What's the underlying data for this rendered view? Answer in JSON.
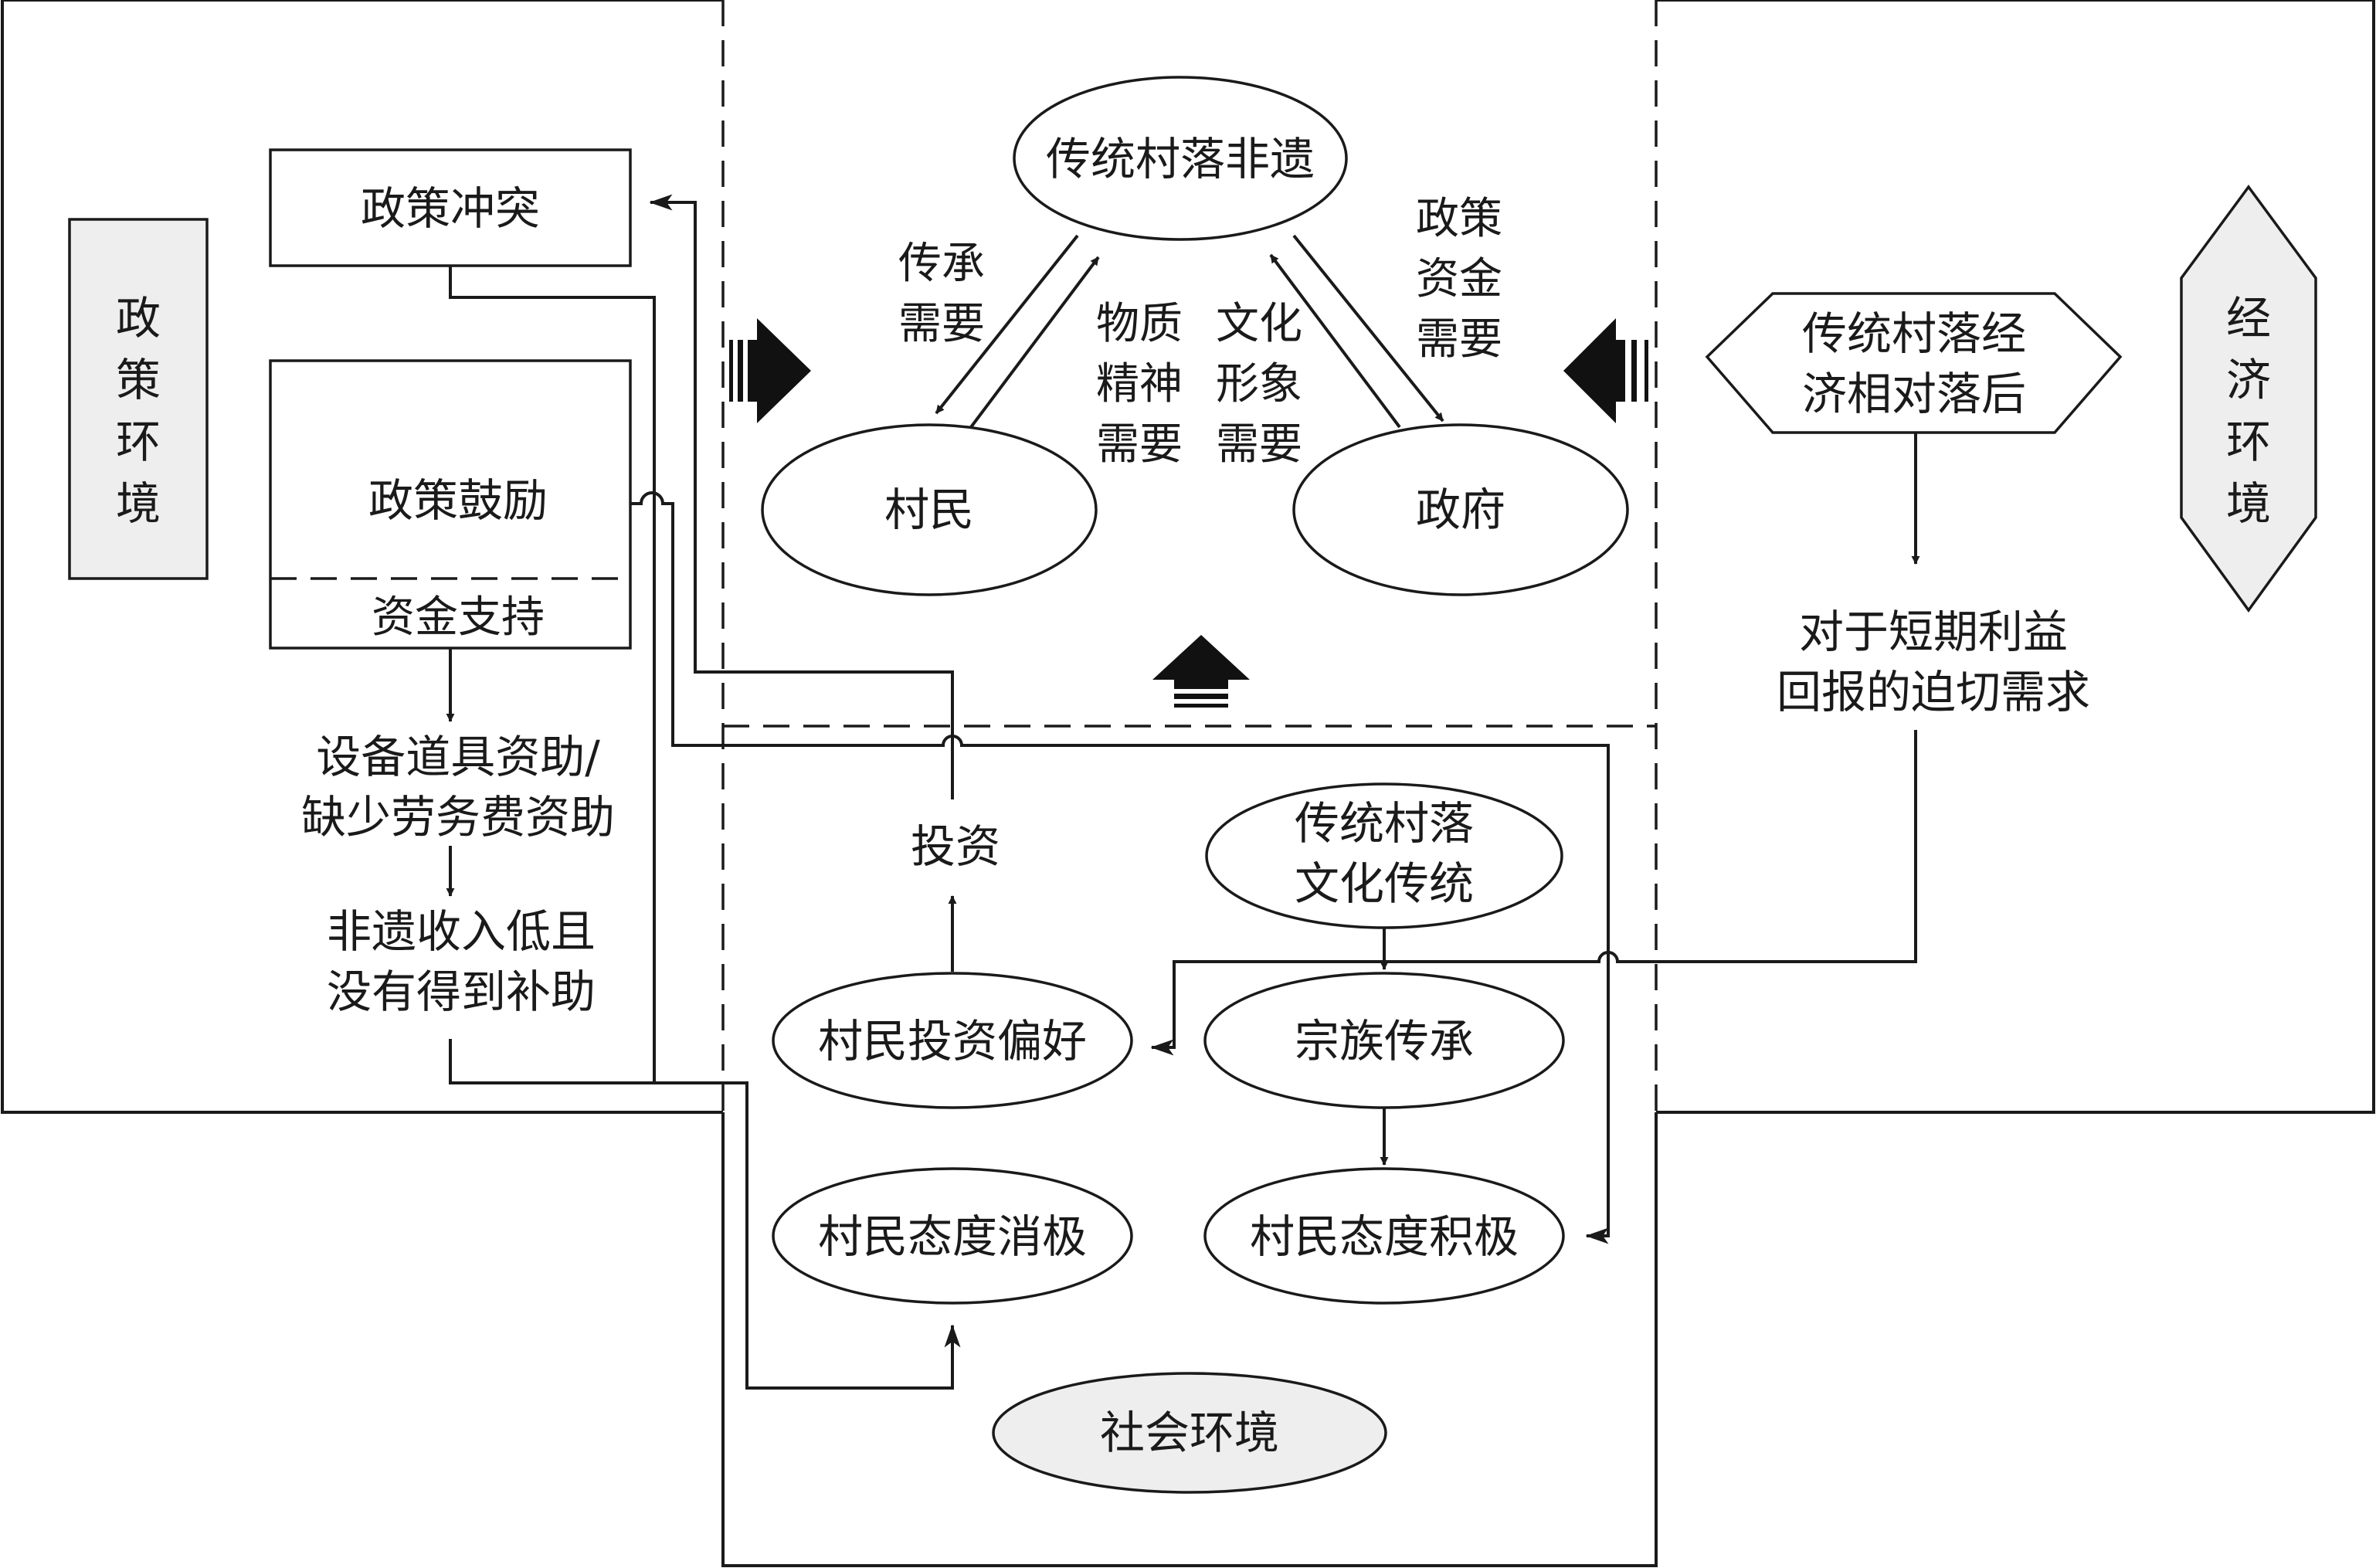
{
  "nodes": {
    "heritage": "传统村落非遗",
    "villagers": "村民",
    "government": "政府",
    "policy_conflict": "政策冲突",
    "policy_encourage": "政策鼓励",
    "fund_support": "资金支持",
    "equipment_line1": "设备道具资助/",
    "equipment_line2": "缺少劳务费资助",
    "income_line1": "非遗收入低且",
    "income_line2": "没有得到补助",
    "investment": "投资",
    "invest_pref": "村民投资偏好",
    "tradition_line1": "传统村落",
    "tradition_line2": "文化传统",
    "clan": "宗族传承",
    "attitude_negative": "村民态度消极",
    "attitude_positive": "村民态度积极",
    "econ_lag_line1": "传统村落经",
    "econ_lag_line2": "济相对落后",
    "short_term_line1": "对于短期利益",
    "short_term_line2": "回报的迫切需求"
  },
  "edge_labels": {
    "inherit_line1": "传承",
    "inherit_line2": "需要",
    "material_line1": "物质",
    "material_line2": "精神",
    "material_line3": "需要",
    "image_line1": "文化",
    "image_line2": "形象",
    "image_line3": "需要",
    "policy_fund_line1": "政策",
    "policy_fund_line2": "资金",
    "policy_fund_line3": "需要"
  },
  "environments": {
    "policy": [
      "政",
      "策",
      "环",
      "境"
    ],
    "economic": [
      "经",
      "济",
      "环",
      "境"
    ],
    "social": "社会环境"
  }
}
